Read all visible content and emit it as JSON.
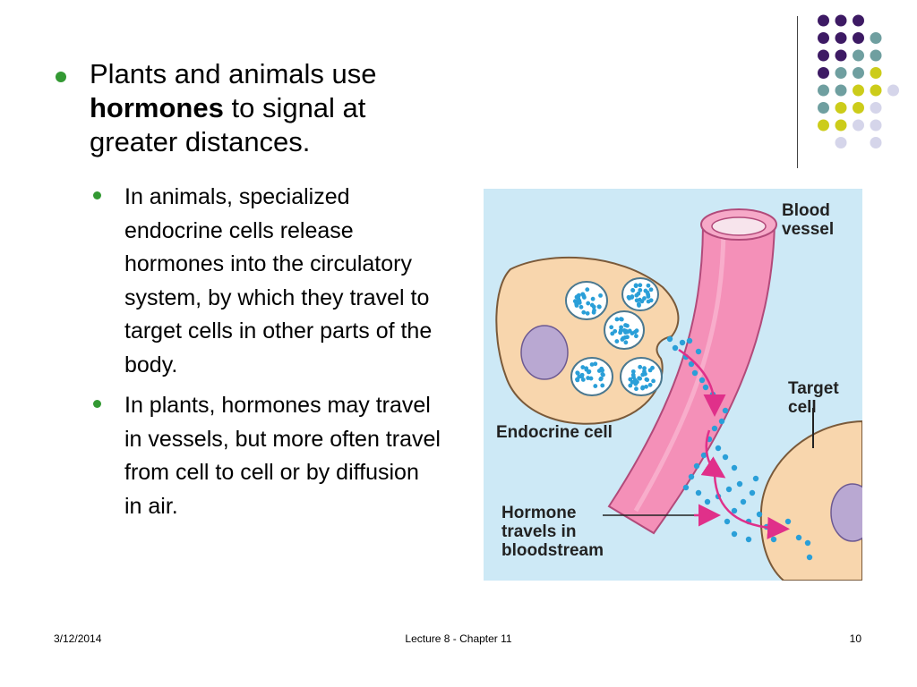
{
  "main_bullet": {
    "text_before": "Plants and animals use ",
    "bold": "hormones",
    "text_after": " to signal at greater distances."
  },
  "sub_bullets": [
    "In animals, specialized endocrine cells release hormones into the circulatory system, by which they travel to target cells in other parts of the body.",
    "In plants, hormones may travel in vessels, but more often travel from cell to cell or by diffusion in air."
  ],
  "figure": {
    "label_blood_vessel": "Blood vessel",
    "label_target_cell": "Target cell",
    "label_endocrine_cell": "Endocrine cell",
    "label_hormone": "Hormone travels in bloodstream"
  },
  "footer": {
    "date": "3/12/2014",
    "center": "Lecture 8 - Chapter 11",
    "page": "10"
  },
  "colors": {
    "bullet": "#339933",
    "dot_purple": "#3d1a64",
    "dot_teal": "#6f9fa0",
    "dot_yellow": "#cccc1a",
    "dot_lavender": "#d5d5ea",
    "figure_bg": "#cde9f6",
    "vessel": "#f490b8",
    "cell": "#f8d6ad",
    "hormone": "#2a9fd8",
    "arrow": "#e0308a"
  },
  "icons": {
    "bullet": "filled-circle-bullet"
  }
}
